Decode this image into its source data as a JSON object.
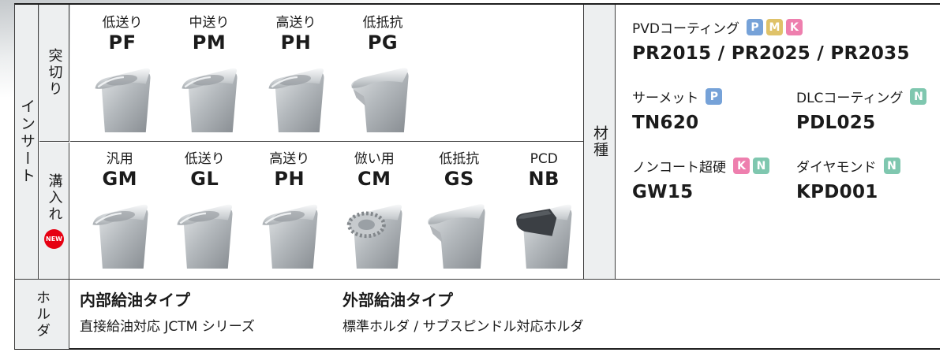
{
  "left": {
    "insert_label": "インサート",
    "holder_label": "ホルダ",
    "rows": [
      {
        "label": "突切り",
        "has_new_badge": false
      },
      {
        "label": "溝入れ",
        "has_new_badge": true,
        "badge": "NEW"
      }
    ]
  },
  "inserts": {
    "row1": [
      {
        "usage": "低送り",
        "code": "PF",
        "style": "groove"
      },
      {
        "usage": "中送り",
        "code": "PM",
        "style": "groove"
      },
      {
        "usage": "高送り",
        "code": "PH",
        "style": "groove"
      },
      {
        "usage": "低抵抗",
        "code": "PG",
        "style": "nose"
      }
    ],
    "row2": [
      {
        "usage": "汎用",
        "code": "GM",
        "style": "groove"
      },
      {
        "usage": "低送り",
        "code": "GL",
        "style": "groove"
      },
      {
        "usage": "高送り",
        "code": "PH",
        "style": "groove"
      },
      {
        "usage": "倣い用",
        "code": "CM",
        "style": "cm"
      },
      {
        "usage": "低抵抗",
        "code": "GS",
        "style": "nose"
      },
      {
        "usage": "PCD",
        "code": "NB",
        "style": "nb"
      }
    ]
  },
  "grade_column_label": "材種",
  "grades": [
    {
      "name": "PVDコーティング",
      "badges": [
        "P",
        "M",
        "K"
      ],
      "value": "PR2015 / PR2025 / PR2035"
    },
    {
      "name": "サーメット",
      "badges": [
        "P"
      ],
      "value": "TN620"
    },
    {
      "name": "DLCコーティング",
      "badges": [
        "N"
      ],
      "value": "PDL025"
    },
    {
      "name": "ノンコート超硬",
      "badges": [
        "K",
        "N"
      ],
      "value": "GW15"
    },
    {
      "name": "ダイヤモンド",
      "badges": [
        "N"
      ],
      "value": "KPD001"
    }
  ],
  "badge_colors": {
    "P": "#76a2d8",
    "M": "#dfc269",
    "K": "#ee7fae",
    "N": "#7fc7af"
  },
  "holder": {
    "items": [
      {
        "title": "内部給油タイプ",
        "desc": "直接給油対応 JCTM シリーズ"
      },
      {
        "title": "外部給油タイプ",
        "desc": "標準ホルダ / サブスピンドル対応ホルダ"
      }
    ]
  },
  "colors": {
    "new_badge": "#e60012",
    "border": "#3d3d3d",
    "label_cell_bg": "#edeff0"
  }
}
